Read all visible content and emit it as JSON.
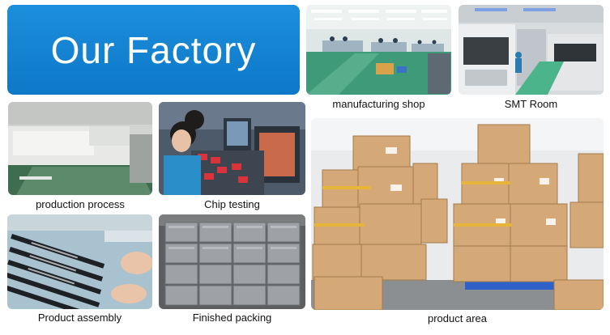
{
  "banner": {
    "title": "Our Factory",
    "color": "#1283d4"
  },
  "photos": [
    {
      "caption": "manufacturing shop"
    },
    {
      "caption": "SMT Room"
    },
    {
      "caption": "production process"
    },
    {
      "caption": "Chip testing"
    },
    {
      "caption": "product area"
    },
    {
      "caption": "Product assembly"
    },
    {
      "caption": "Finished packing"
    }
  ]
}
